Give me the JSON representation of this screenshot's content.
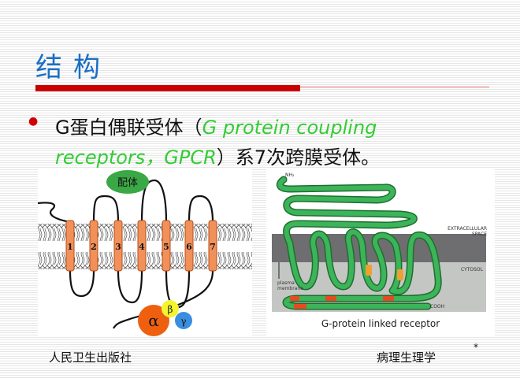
{
  "title": "结构",
  "bullet": {
    "part1": "G蛋白偶联受体（",
    "english1": "G protein coupling",
    "english2": "receptors，GPCR",
    "part2": "）系7次跨膜受体。"
  },
  "left_figure": {
    "ligand_label": "配体",
    "helix_labels": [
      "1",
      "2",
      "3",
      "4",
      "5",
      "6",
      "7"
    ],
    "subunits": {
      "alpha": "α",
      "beta": "β",
      "gamma": "γ"
    }
  },
  "right_figure": {
    "nh2_label": "NH₂",
    "extracellular_label_1": "EXTRACELLULAR",
    "extracellular_label_2": "SPACE",
    "cytosol_label": "CYTOSOL",
    "membrane_label_1": "plasma",
    "membrane_label_2": "membrane",
    "cooh_label": "COOH",
    "caption": "G-protein linked receptor"
  },
  "footer": {
    "publisher": "人民卫生出版社",
    "course": "病理生理学",
    "marker": "*"
  },
  "colors": {
    "title": "#1a6fc4",
    "accent_bar": "#cc0000",
    "english": "#33cc33"
  }
}
